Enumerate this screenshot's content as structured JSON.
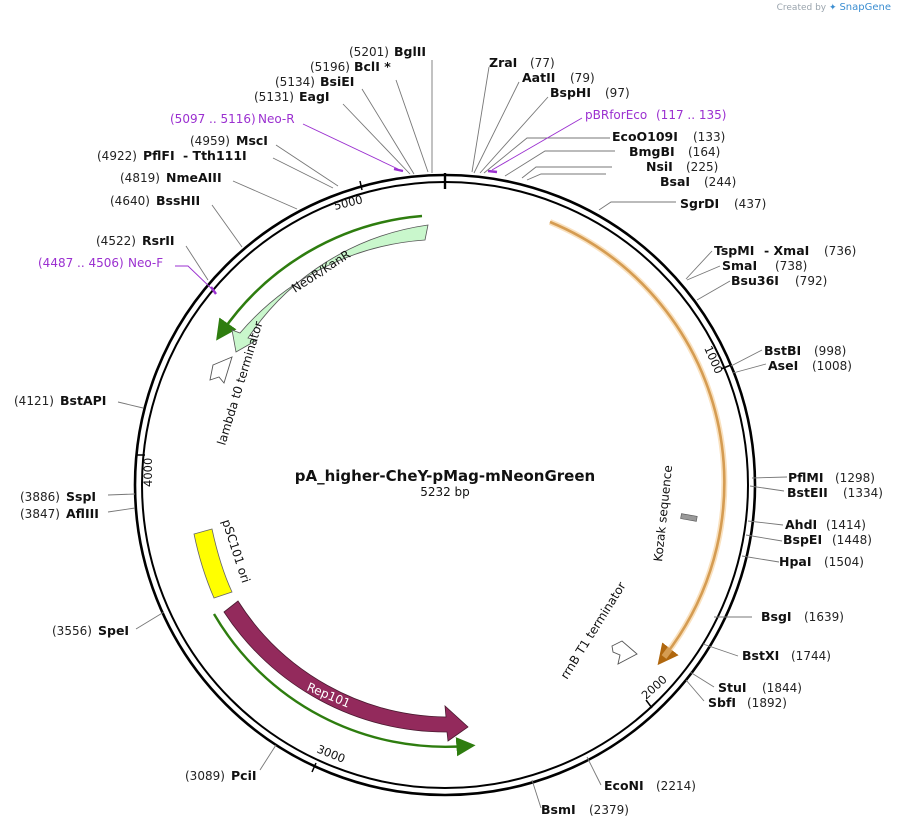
{
  "app": {
    "credit_prefix": "Created by",
    "credit_brand": "SnapGene"
  },
  "plasmid": {
    "name": "pA_higher-CheY-pMag-mNeonGreen",
    "length_label": "5232 bp",
    "length": 5232
  },
  "ticks": [
    "1000",
    "2000",
    "3000",
    "4000",
    "5000"
  ],
  "sites": [
    {
      "name": "BglII",
      "pos": "(5201)"
    },
    {
      "name": "BclI *",
      "pos": "(5196)"
    },
    {
      "name": "BsiEI",
      "pos": "(5134)"
    },
    {
      "name": "EagI",
      "pos": "(5131)"
    },
    {
      "name": "MscI",
      "pos": "(4959)"
    },
    {
      "name": "PflFI",
      "pos": "(4922)"
    },
    {
      "name": "- Tth111I",
      "pos": ""
    },
    {
      "name": "NmeAIII",
      "pos": "(4819)"
    },
    {
      "name": "BssHII",
      "pos": "(4640)"
    },
    {
      "name": "RsrII",
      "pos": "(4522)"
    },
    {
      "name": "BstAPI",
      "pos": "(4121)"
    },
    {
      "name": "SspI",
      "pos": "(3886)"
    },
    {
      "name": "AflIII",
      "pos": "(3847)"
    },
    {
      "name": "SpeI",
      "pos": "(3556)"
    },
    {
      "name": "PciI",
      "pos": "(3089)"
    },
    {
      "name": "BsmI",
      "pos": "(2379)"
    },
    {
      "name": "EcoNI",
      "pos": "(2214)"
    },
    {
      "name": "SbfI",
      "pos": "(1892)"
    },
    {
      "name": "StuI",
      "pos": "(1844)"
    },
    {
      "name": "BstXI",
      "pos": "(1744)"
    },
    {
      "name": "BsgI",
      "pos": "(1639)"
    },
    {
      "name": "HpaI",
      "pos": "(1504)"
    },
    {
      "name": "BspEI",
      "pos": "(1448)"
    },
    {
      "name": "AhdI",
      "pos": "(1414)"
    },
    {
      "name": "BstEII",
      "pos": "(1334)"
    },
    {
      "name": "PflMI",
      "pos": "(1298)"
    },
    {
      "name": "AseI",
      "pos": "(1008)"
    },
    {
      "name": "BstBI",
      "pos": "(998)"
    },
    {
      "name": "Bsu36I",
      "pos": "(792)"
    },
    {
      "name": "SmaI",
      "pos": "(738)"
    },
    {
      "name": "TspMI",
      "pos": ""
    },
    {
      "name": "- XmaI",
      "pos": "(736)"
    },
    {
      "name": "SgrDI",
      "pos": "(437)"
    },
    {
      "name": "BsaI",
      "pos": "(244)"
    },
    {
      "name": "NsiI",
      "pos": "(225)"
    },
    {
      "name": "BmgBI",
      "pos": "(164)"
    },
    {
      "name": "EcoO109I",
      "pos": "(133)"
    },
    {
      "name": "BspHI",
      "pos": "(97)"
    },
    {
      "name": "AatII",
      "pos": "(79)"
    },
    {
      "name": "ZraI",
      "pos": "(77)"
    }
  ],
  "primers": [
    {
      "name": "Neo-R",
      "range": "(5097 .. 5116)"
    },
    {
      "name": "Neo-F",
      "range": "(4487 .. 4506)"
    },
    {
      "name": "pBRforEco",
      "range": "(117 .. 135)"
    }
  ],
  "features": [
    {
      "name": "NeoR/KanR",
      "color": "#c9f7cc"
    },
    {
      "name": "lambda t0 terminator",
      "color": "#ffffff"
    },
    {
      "name": "pSC101 ori",
      "color": "#ffff00"
    },
    {
      "name": "Rep101",
      "color": "#932a5c"
    },
    {
      "name": "Kozak sequence",
      "color": "#999999"
    },
    {
      "name": "rrnB T1 terminator",
      "color": "#ffffff"
    }
  ],
  "colors": {
    "orf_green": "#2e7d0f",
    "orf_orange": "#b0670e",
    "primer": "#9b30d0",
    "backbone": "#000000"
  }
}
